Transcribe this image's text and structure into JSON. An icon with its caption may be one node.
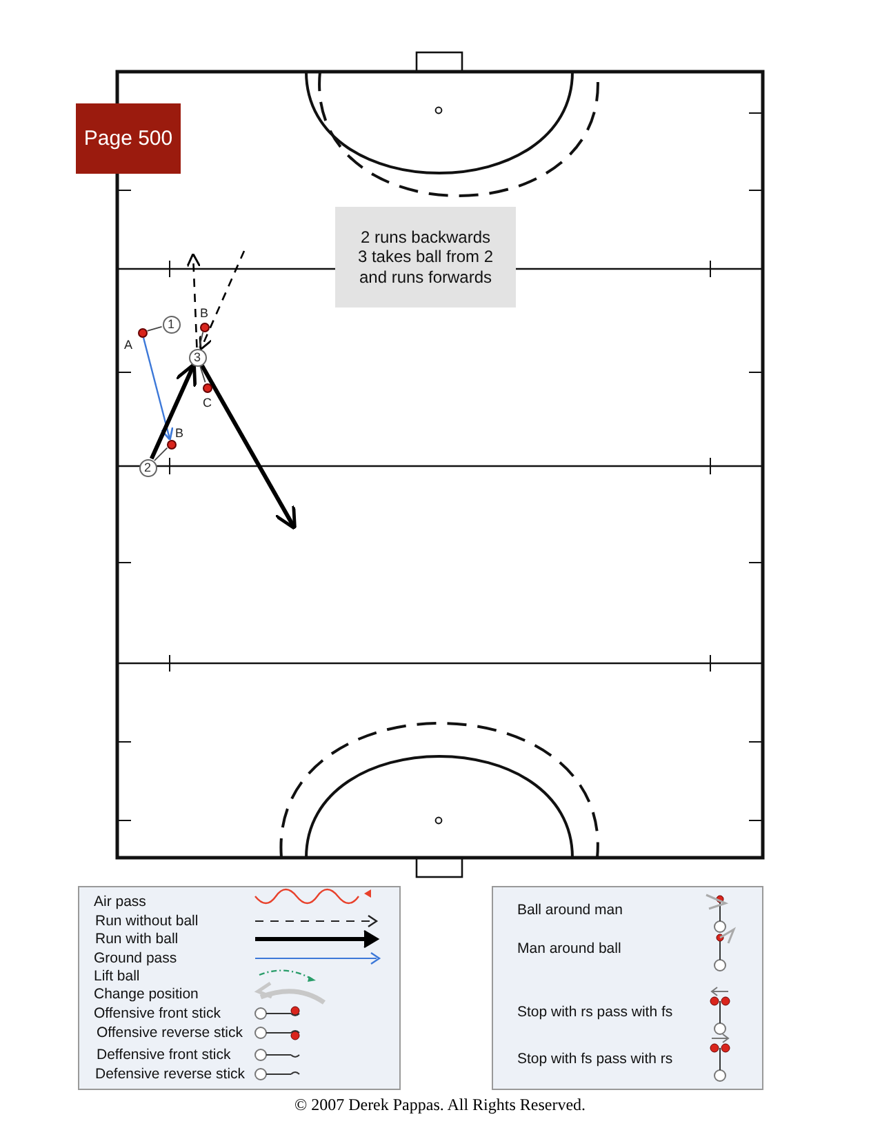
{
  "diagram": {
    "nodes": [
      {
        "text": [
          "Page 500"
        ]
      },
      {
        "text": [
          "2 runs backwards 3 takes ball from 2 and runs forwards"
        ]
      },
      {
        "text": [
          "1"
        ]
      },
      {
        "text": [
          "3"
        ]
      },
      {
        "text": [
          "2"
        ]
      },
      {
        "text": [],
        "shape": "circle",
        "beside": [
          "A"
        ]
      },
      {
        "text": [],
        "shape": "circle",
        "beside": [
          "B"
        ]
      },
      {
        "text": [],
        "shape": "circle",
        "beside": [
          "C"
        ]
      },
      {
        "text": [],
        "shape": "circle",
        "beside": [
          "B"
        ]
      }
    ],
    "edges": [
      {
        "from": 5,
        "to": 8,
        "arrow": "to",
        "color": "#3c78d8"
      },
      {
        "from": 4,
        "to": 3,
        "arrow": "to",
        "style": "thick"
      },
      {
        "from": 3,
        "to": null,
        "arrow": "to",
        "style": "thick"
      },
      {
        "from": 3,
        "to": null,
        "arrow": "to",
        "style": "dashed"
      },
      {
        "from": null,
        "to": 3,
        "arrow": "to",
        "style": "dashed"
      },
      {
        "from": 2,
        "to": 5,
        "arrow": "none"
      },
      {
        "from": 4,
        "to": 8,
        "arrow": "none"
      },
      {
        "from": 3,
        "to": 6,
        "arrow": "none"
      },
      {
        "from": 3,
        "to": 7,
        "arrow": "none"
      }
    ],
    "labels": [
      "© 2007 Derek Pappas. All Rights Reserved."
    ],
    "legend": [
      {
        "text": "Air pass"
      },
      {
        "text": "Run without ball"
      },
      {
        "text": "Run with ball"
      },
      {
        "text": "Ground pass"
      },
      {
        "text": "Lift ball"
      },
      {
        "text": "Change position"
      },
      {
        "text": "Offensive front stick"
      },
      {
        "text": "Offensive reverse stick"
      },
      {
        "text": "Deffensive front stick"
      },
      {
        "text": "Defensive reverse stick"
      },
      {
        "text": "Ball around man"
      },
      {
        "text": "Man around ball"
      },
      {
        "text": "Stop with rs pass with fs"
      },
      {
        "text": "Stop with fs pass with rs"
      }
    ]
  }
}
